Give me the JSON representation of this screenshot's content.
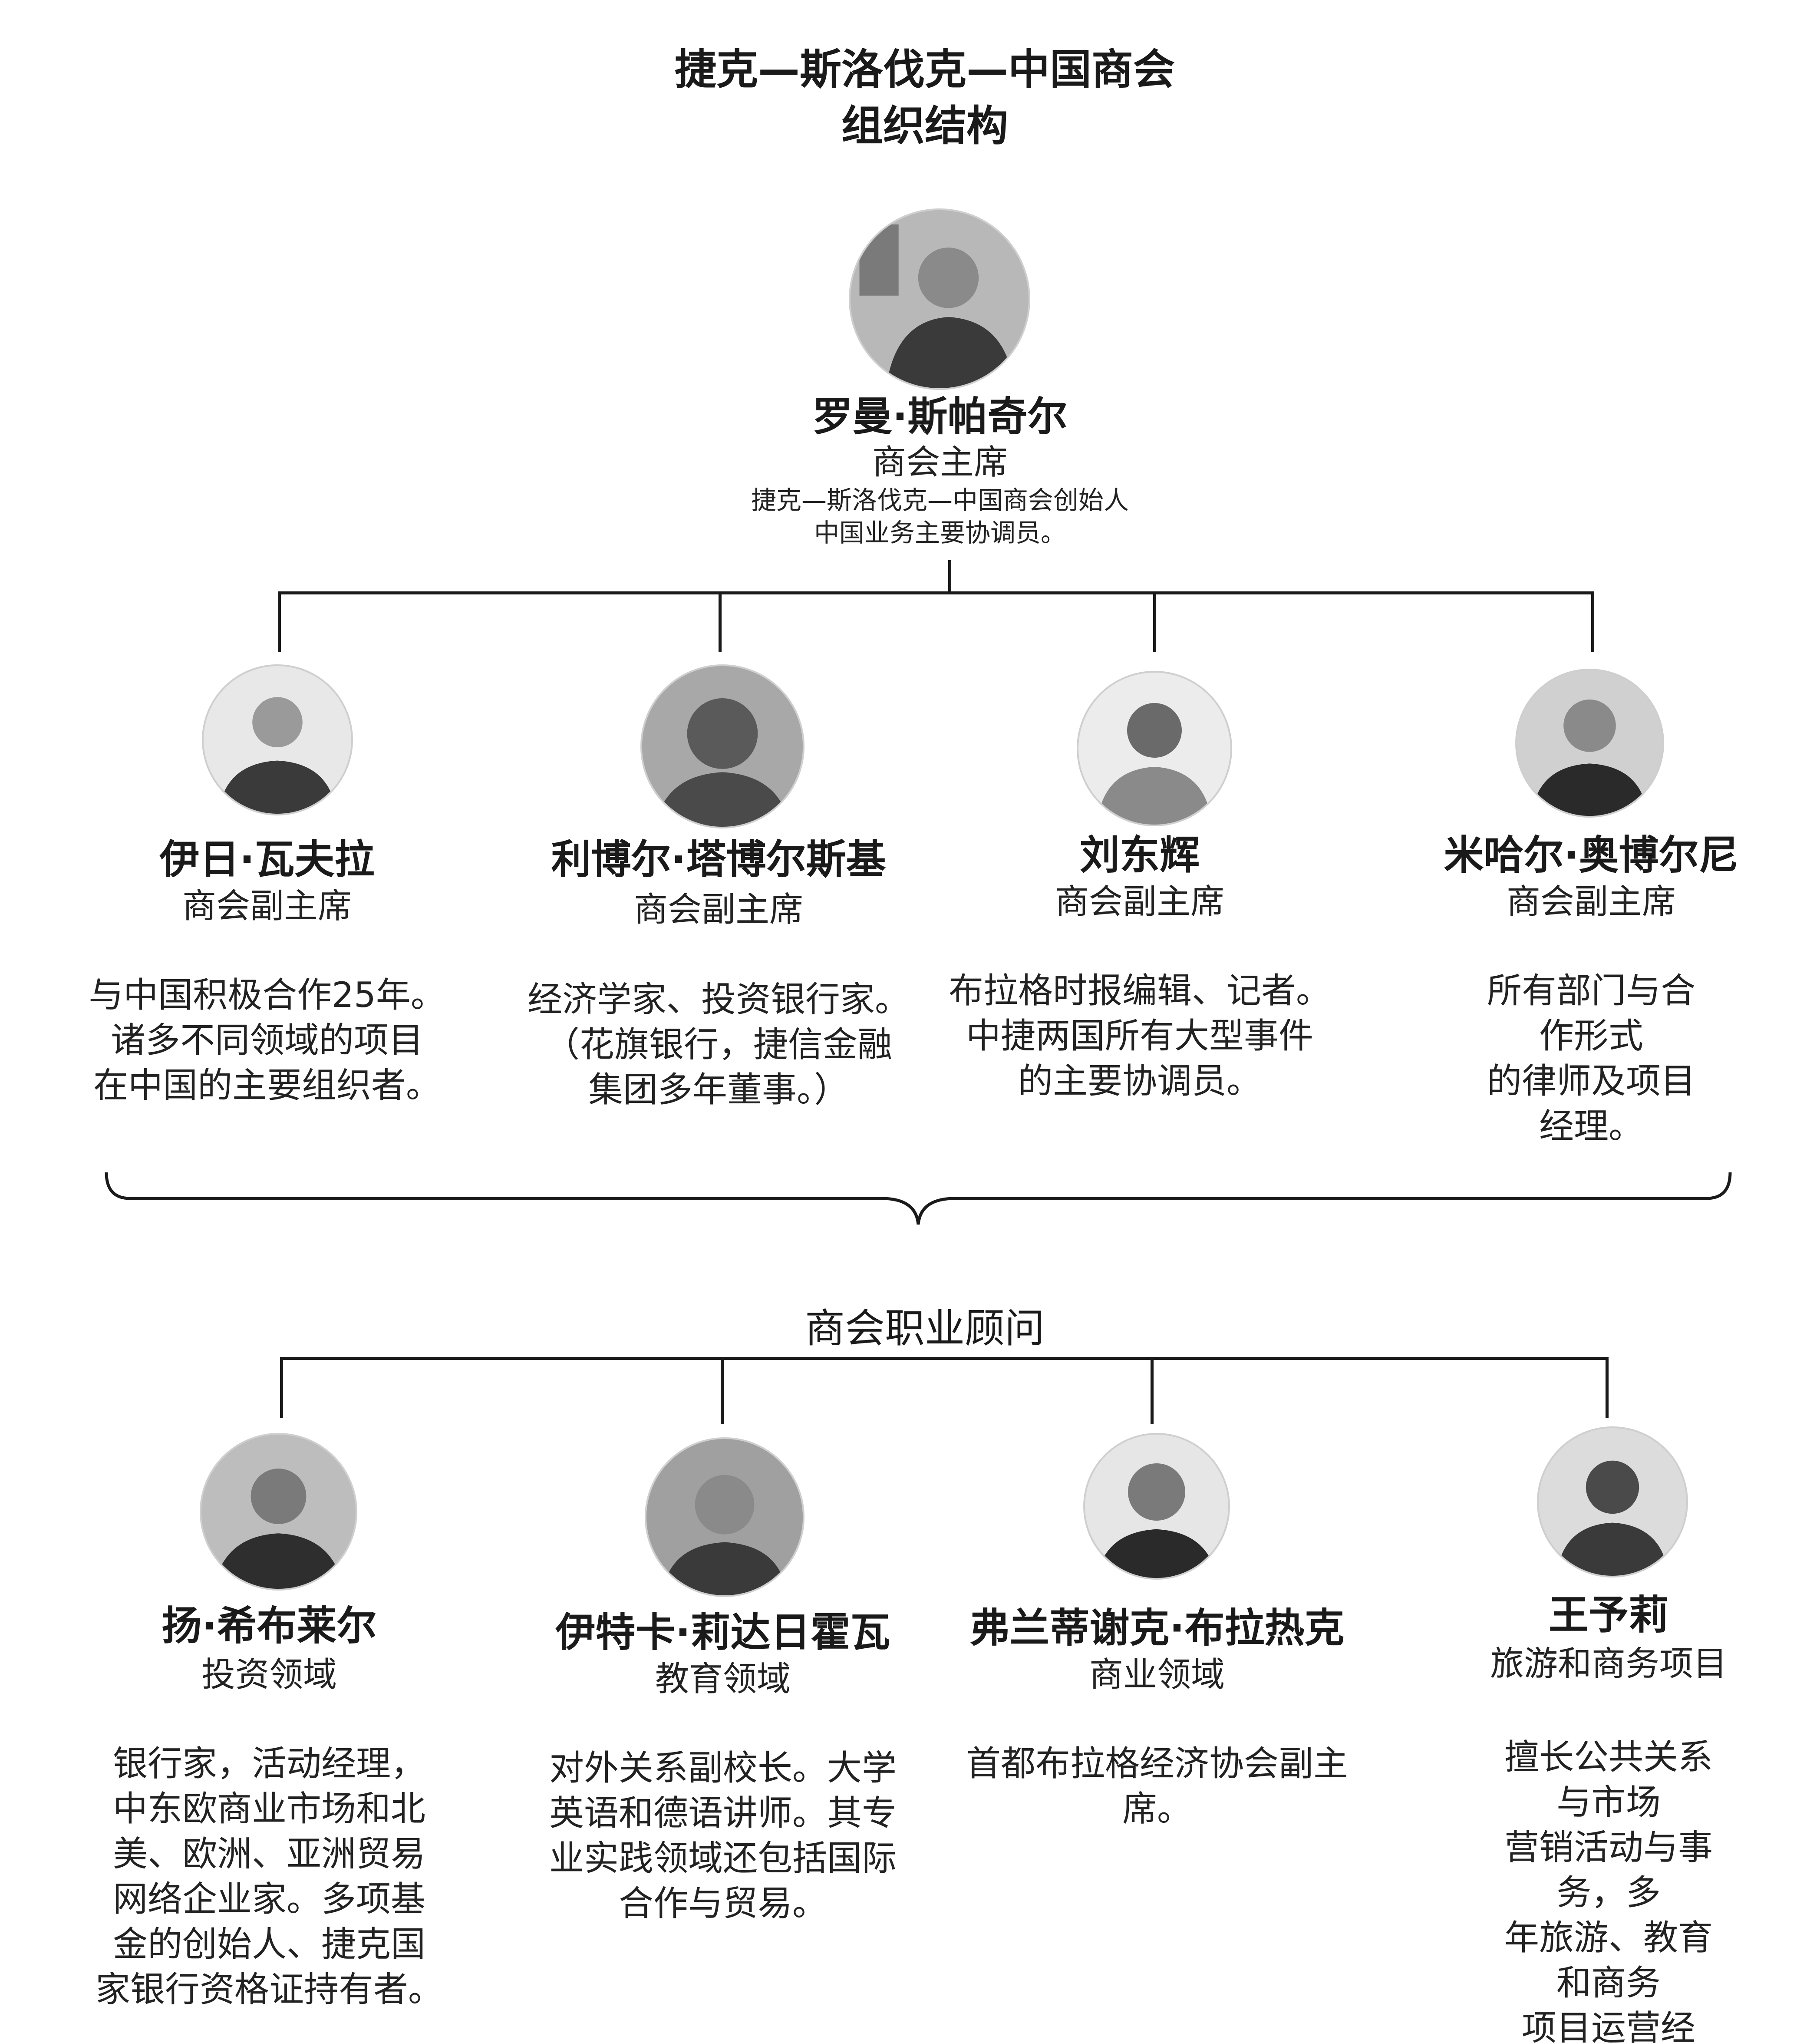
{
  "header": {
    "title_line1": "捷克—斯洛伐克—中国商会",
    "title_line2": "组织结构"
  },
  "chairman": {
    "name": "罗曼·斯帕奇尔",
    "role": "商会主席",
    "note_line1": "捷克—斯洛伐克—中国商会创始人",
    "note_line2": "中国业务主要协调员。"
  },
  "vice_chairs": [
    {
      "name": "伊日·瓦夫拉",
      "role": "商会副主席",
      "desc": "与中国积极合作25年。\n诸多不同领域的项目\n在中国的主要组织者。"
    },
    {
      "name": "利博尔·塔博尔斯基",
      "role": "商会副主席",
      "desc": "经济学家、投资银行家。\n（花旗银行，捷信金融\n集团多年董事。）"
    },
    {
      "name": "刘东辉",
      "role": "商会副主席",
      "desc": "布拉格时报编辑、记者。\n中捷两国所有大型事件\n的主要协调员。"
    },
    {
      "name": "米哈尔·奥博尔尼",
      "role": "商会副主席",
      "desc": "所有部门与合作形式\n的律师及项目经理。"
    }
  ],
  "advisors_section": {
    "title": "商会职业顾问"
  },
  "advisors": [
    {
      "name": "扬·希布莱尔",
      "role": "投资领域",
      "desc": "银行家，活动经理，\n中东欧商业市场和北\n美、欧洲、亚洲贸易\n网络企业家。多项基\n金的创始人、捷克国\n家银行资格证持有者。"
    },
    {
      "name": "伊特卡·莉达日霍瓦",
      "role": "教育领域",
      "desc": "对外关系副校长。大学\n英语和德语讲师。其专\n业实践领域还包括国际\n合作与贸易。"
    },
    {
      "name": "弗兰蒂谢克·布拉热克",
      "role": "商业领域",
      "desc": "首都布拉格经济协会副主\n席。"
    },
    {
      "name": "王予莉",
      "role": "旅游和商务项目",
      "desc": "擅长公共关系与市场\n营销活动与事务，多\n年旅游、教育和商务\n项目运营经验。"
    }
  ],
  "colors": {
    "line": "#1a1a1a",
    "text": "#1a1a1a"
  }
}
